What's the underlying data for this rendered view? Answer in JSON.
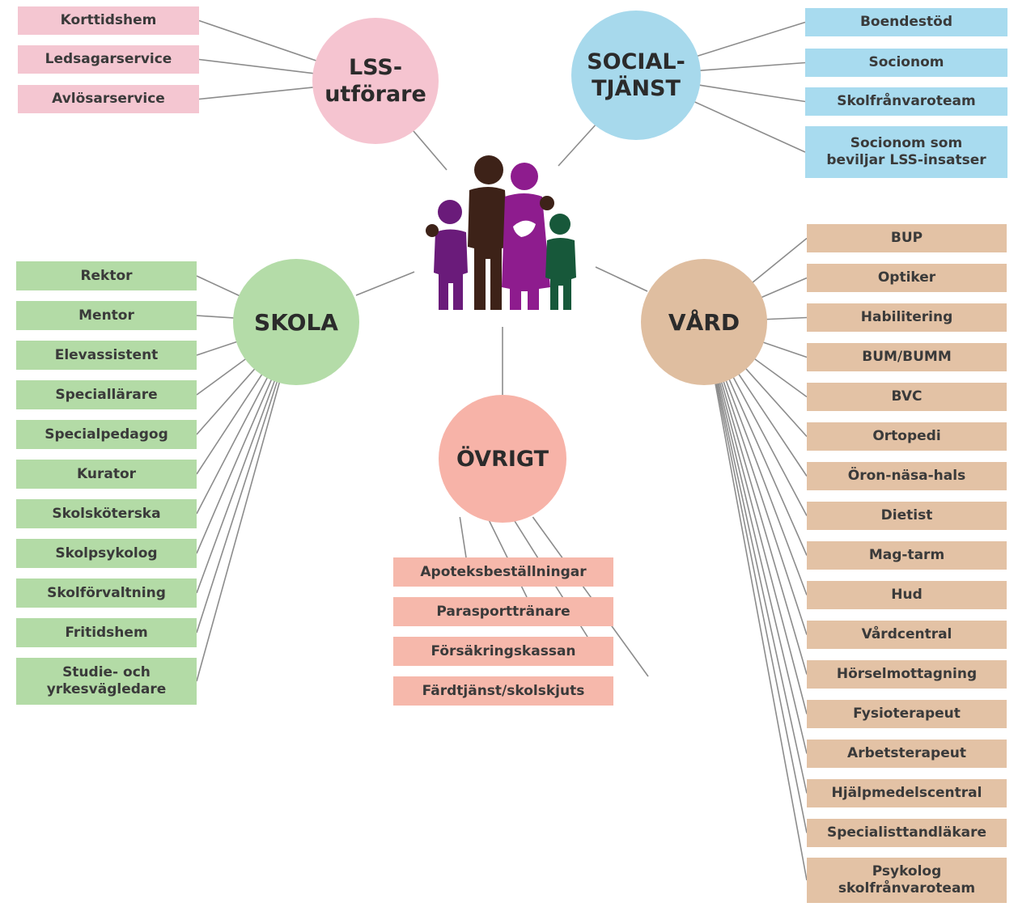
{
  "hubs": {
    "lss": {
      "label": "LSS-\nutförare",
      "color": "#f5c4d0"
    },
    "social": {
      "label": "SOCIAL-\nTJÄNST",
      "color": "#a7d9ec"
    },
    "skola": {
      "label": "SKOLA",
      "color": "#b4dca8"
    },
    "vard": {
      "label": "VÅRD",
      "color": "#dfbea0"
    },
    "ovrigt": {
      "label": "ÖVRIGT",
      "color": "#f7b3a8"
    }
  },
  "lss_items": [
    "Korttidshem",
    "Ledsagarservice",
    "Avlösarservice"
  ],
  "social_items": [
    "Boendestöd",
    "Socionom",
    "Skolfrånvaroteam",
    "Socionom som\nbeviljar LSS-insatser"
  ],
  "skola_items": [
    "Rektor",
    "Mentor",
    "Elevassistent",
    "Speciallärare",
    "Specialpedagog",
    "Kurator",
    "Skolsköterska",
    "Skolpsykolog",
    "Skolförvaltning",
    "Fritidshem",
    "Studie- och\nyrkesvägledare"
  ],
  "vard_items": [
    "BUP",
    "Optiker",
    "Habilitering",
    "BUM/BUMM",
    "BVC",
    "Ortopedi",
    "Öron-näsa-hals",
    "Dietist",
    "Mag-tarm",
    "Hud",
    "Vårdcentral",
    "Hörselmottagning",
    "Fysioterapeut",
    "Arbetsterapeut",
    "Hjälpmedelscentral",
    "Specialisttandläkare",
    "Psykolog\nskolfrånvaroteam"
  ],
  "ovrigt_items": [
    "Apoteksbeställningar",
    "Parasporttränare",
    "Försäkringskassan",
    "Färdtjänst/skolskjuts"
  ],
  "colors": {
    "lss_box": "#f4c6d1",
    "social_box": "#a8dbef",
    "skola_box": "#b3dba6",
    "vard_box": "#e3c2a5",
    "ovrigt_box": "#f6b8ab",
    "line": "#8c8c8c",
    "person_purple": "#6a1b7a",
    "person_magenta": "#8e1c8e",
    "person_brown": "#3d2218",
    "person_green": "#17583a"
  },
  "center_icon": "family-icon"
}
